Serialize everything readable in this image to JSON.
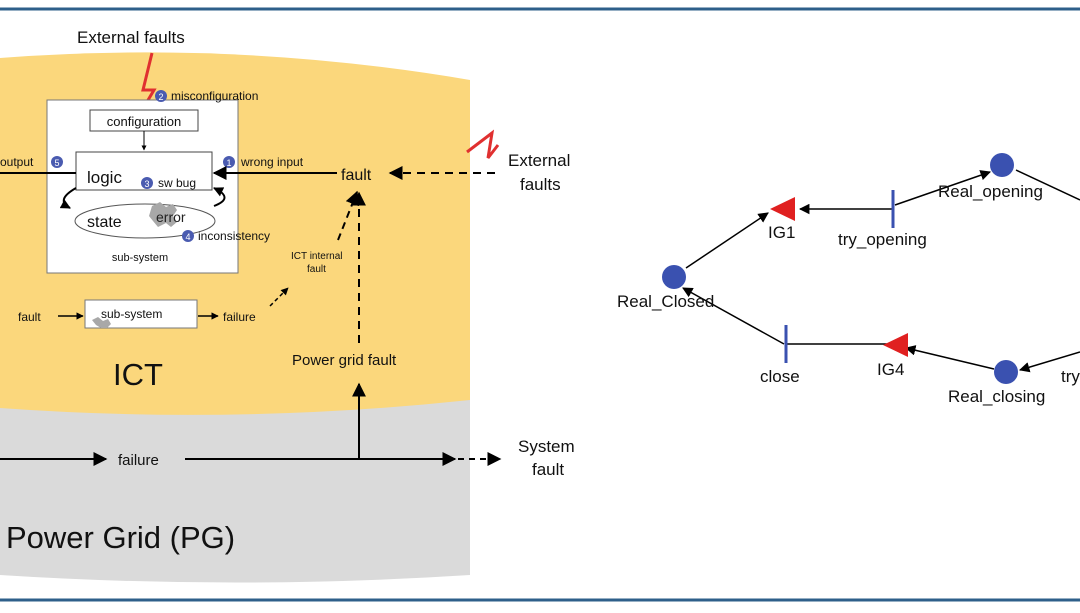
{
  "colors": {
    "frame": "#2e5f8a",
    "ict_layer": "#fbd77c",
    "pg_layer": "#dadada",
    "badge": "#4a5bb0",
    "petri_place": "#3a51b0",
    "petri_transition": "#3a51b0",
    "immediate_transition": "#e02020",
    "fault_lightning": "#e03030"
  },
  "left_diagram": {
    "layers": {
      "ict": "ICT",
      "power_grid": "Power Grid (PG)"
    },
    "external_faults_top": "External faults",
    "external_faults_right": [
      "External",
      "faults"
    ],
    "subsystem_box": {
      "configuration": "configuration",
      "logic": "logic",
      "state": "state",
      "error": "error",
      "caption": "sub-system"
    },
    "fault_types": [
      {
        "num": "1",
        "label": "wrong input"
      },
      {
        "num": "2",
        "label": "misconfiguration"
      },
      {
        "num": "3",
        "label": "sw bug"
      },
      {
        "num": "4",
        "label": "inconsistency"
      },
      {
        "num": "5",
        "label": "output"
      }
    ],
    "fault_node": "fault",
    "ict_internal_fault": [
      "ICT internal",
      "fault"
    ],
    "mini_chain": {
      "fault": "fault",
      "subsystem": "sub-system",
      "failure": "failure"
    },
    "power_grid_fault": "Power grid fault",
    "pg_failure": "failure",
    "system_fault": [
      "System",
      "fault"
    ]
  },
  "petri_net": {
    "places": [
      "Real_Closed",
      "Real_opening",
      "Real_closing"
    ],
    "immediate_transitions": [
      "IG1",
      "IG4"
    ],
    "timed_transitions": [
      "try_opening",
      "close"
    ],
    "cut_label": "try"
  }
}
